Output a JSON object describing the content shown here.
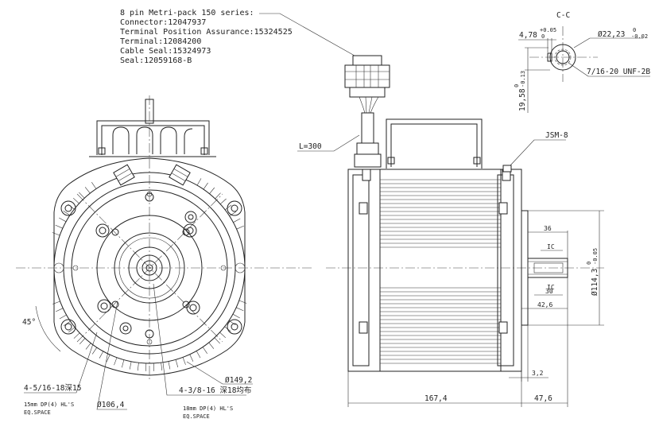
{
  "notes": {
    "line1": "8 pin Metri-pack 150 series:",
    "line2": "Connector:12047937",
    "line3": "Terminal Position Assurance:15324525",
    "line4": "Terminal:12084200",
    "line5": "Cable Seal:15324973",
    "line6": "Seal:12059168-B"
  },
  "section": {
    "title": "C-C",
    "key_width": "4,78",
    "key_width_tol": "+0.05 / 0",
    "shaft_dia": "Ø22,23",
    "shaft_dia_tol": "0 / -0.02",
    "thread": "7/16-20 UNF-2B",
    "key_depth": "19,58",
    "key_depth_tol": "0 / -0.13"
  },
  "front": {
    "cable_length": "L=300",
    "angle": "45°",
    "dia_outer": "Ø149,2",
    "dia_bolt": "Ø106,4",
    "holes_a_label": "4-5/16-18深15",
    "holes_a_note1": "15mm DP(4) HL'S",
    "holes_a_note2": "EQ.SPACE",
    "holes_b_label": "4-3/8-16 深18均布",
    "holes_b_note1": "18mm DP(4) HL'S",
    "holes_b_note2": "EQ.SPACE"
  },
  "side": {
    "vent_label": "JSM-8",
    "shaft_len": "36",
    "shaft_mark_top": "IC",
    "shaft_mark_bot": "IC",
    "key_len": "30",
    "shoulder": "42,6",
    "pilot_dia": "Ø114,3",
    "pilot_tol": "0 / -0.05",
    "flange": "3,2",
    "body_len": "167,4",
    "overall": "47,6"
  }
}
